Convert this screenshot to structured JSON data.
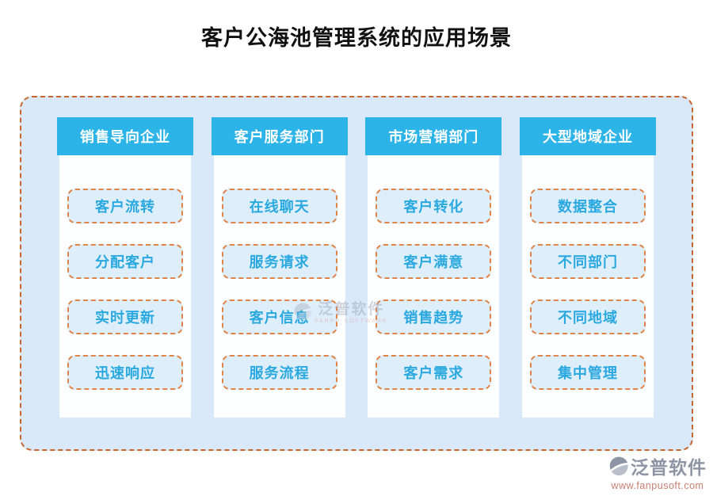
{
  "title": "客户公海池管理系统的应用场景",
  "columns": [
    {
      "header": "销售导向企业",
      "items": [
        "客户流转",
        "分配客户",
        "实时更新",
        "迅速响应"
      ]
    },
    {
      "header": "客户服务部门",
      "items": [
        "在线聊天",
        "服务请求",
        "客户信息",
        "服务流程"
      ]
    },
    {
      "header": "市场营销部门",
      "items": [
        "客户转化",
        "客户满意",
        "销售趋势",
        "客户需求"
      ]
    },
    {
      "header": "大型地域企业",
      "items": [
        "数据整合",
        "不同部门",
        "不同地域",
        "集中管理"
      ]
    }
  ],
  "watermark": {
    "text": "泛普软件",
    "subtext": "FANPU SOFTWARE"
  },
  "brand": {
    "name": "泛普软件",
    "url": "www.fanpusoft.com"
  },
  "colors": {
    "header_bg": "#2cb3e8",
    "board_bg": "#dae9fa",
    "board_border": "#c9662e",
    "panel_bg": "#fdfeff",
    "item_bg": "#dfeefb",
    "item_border": "#e0854a",
    "item_text": "#2aa9e0",
    "title_color": "#111111",
    "brand_text": "#8d95a5",
    "brand_url": "#c97f70"
  }
}
